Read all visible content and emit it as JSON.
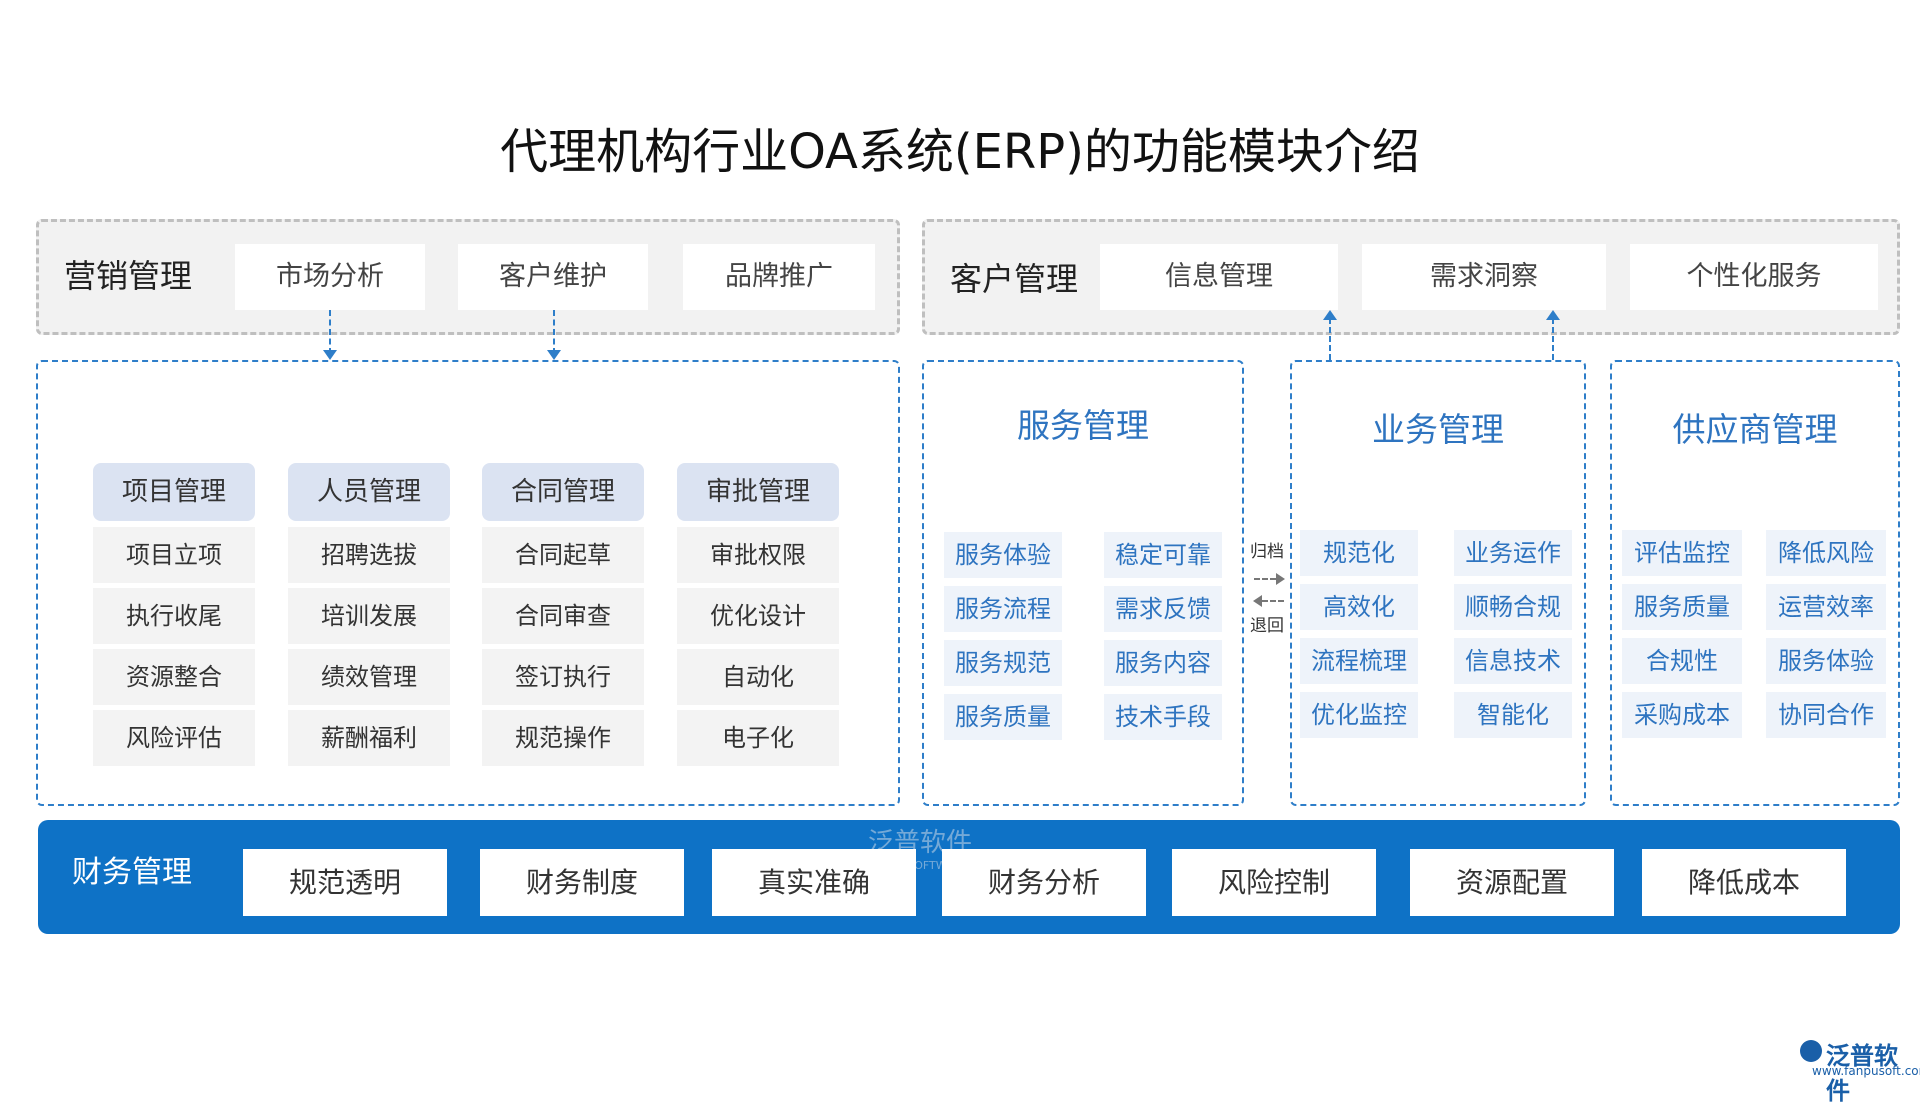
{
  "title": "代理机构行业OA系统(ERP)的功能模块介绍",
  "marketing": {
    "label": "营销管理",
    "items": [
      "市场分析",
      "客户维护",
      "品牌推广"
    ]
  },
  "customer": {
    "label": "客户管理",
    "items": [
      "信息管理",
      "需求洞察",
      "个性化服务"
    ]
  },
  "left_grid": {
    "columns": [
      {
        "header": "项目管理",
        "items": [
          "项目立项",
          "执行收尾",
          "资源整合",
          "风险评估"
        ]
      },
      {
        "header": "人员管理",
        "items": [
          "招聘选拔",
          "培训发展",
          "绩效管理",
          "薪酬福利"
        ]
      },
      {
        "header": "合同管理",
        "items": [
          "合同起草",
          "合同审查",
          "签订执行",
          "规范操作"
        ]
      },
      {
        "header": "审批管理",
        "items": [
          "审批权限",
          "优化设计",
          "自动化",
          "电子化"
        ]
      }
    ]
  },
  "service": {
    "title": "服务管理",
    "col1": [
      "服务体验",
      "服务流程",
      "服务规范",
      "服务质量"
    ],
    "col2": [
      "稳定可靠",
      "需求反馈",
      "服务内容",
      "技术手段"
    ]
  },
  "arrows": {
    "archive": "归档",
    "return": "退回"
  },
  "business": {
    "title": "业务管理",
    "col1": [
      "规范化",
      "高效化",
      "流程梳理",
      "优化监控"
    ],
    "col2": [
      "业务运作",
      "顺畅合规",
      "信息技术",
      "智能化"
    ]
  },
  "supplier": {
    "title": "供应商管理",
    "col1": [
      "评估监控",
      "服务质量",
      "合规性",
      "采购成本"
    ],
    "col2": [
      "降低风险",
      "运营效率",
      "服务体验",
      "协同合作"
    ]
  },
  "finance": {
    "label": "财务管理",
    "items": [
      "规范透明",
      "财务制度",
      "真实准确",
      "财务分析",
      "风险控制",
      "资源配置",
      "降低成本"
    ]
  },
  "watermark": {
    "name": "泛普软件",
    "sub": "FANPU SOFTWARE"
  },
  "logo": {
    "name": "泛普软件",
    "url": "www.fanpusoft.com"
  },
  "colors": {
    "accent": "#0e72c6",
    "pill": "#dbe3f2",
    "section_title": "#2e74c0"
  }
}
